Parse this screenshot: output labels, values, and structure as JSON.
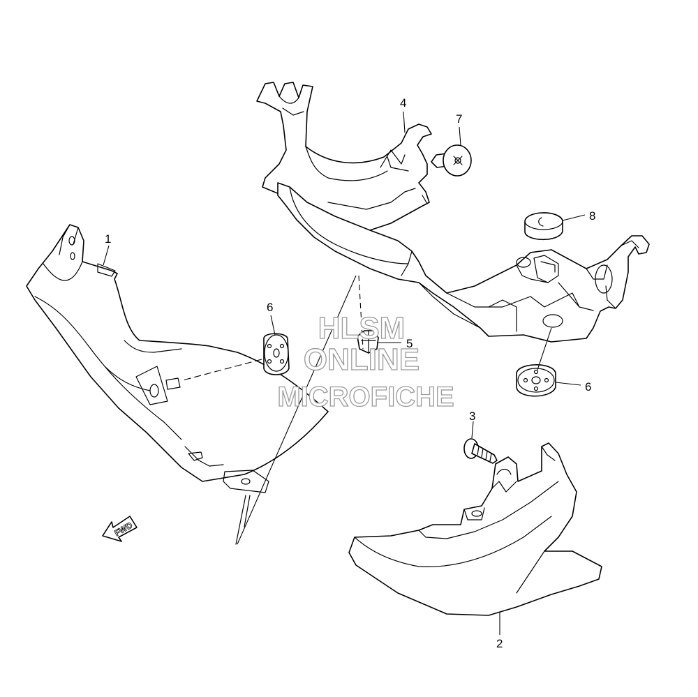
{
  "callouts": {
    "c1": "1",
    "c2": "2",
    "c3": "3",
    "c4": "4",
    "c5": "5",
    "c6a": "6",
    "c6b": "6",
    "c7": "7",
    "c8": "8"
  },
  "watermark": {
    "line1": "HLSM",
    "line2": "ONLINE",
    "line3": "MICROFICHE"
  },
  "direction_arrow": {
    "label": "FWD",
    "icon": "fwd-arrow-icon"
  }
}
